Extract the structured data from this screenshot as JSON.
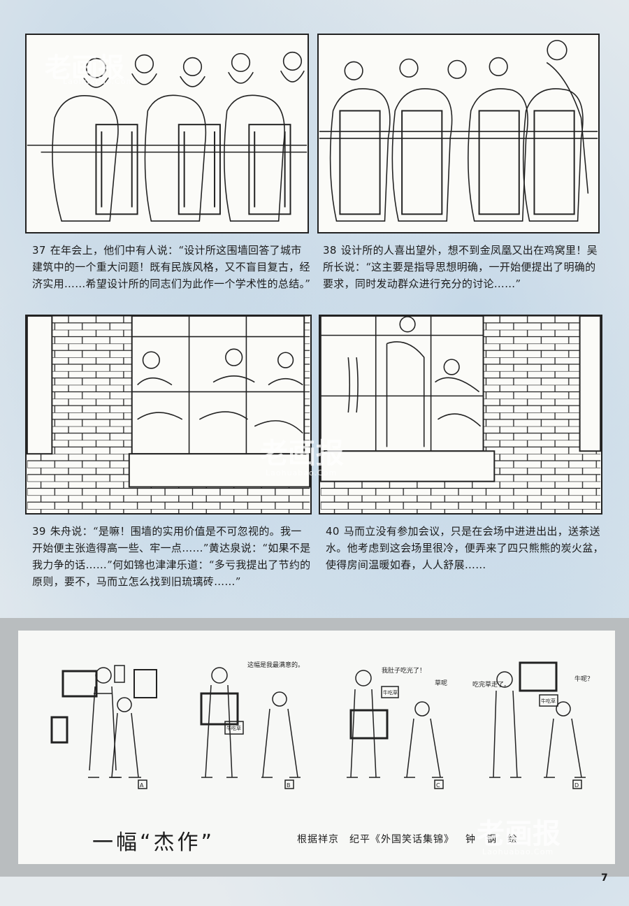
{
  "captions": [
    {
      "num": "37",
      "text": "在年会上，他们中有人说：“设计所这围墙回答了城市建筑中的一个重大问题！既有民族风格，又不盲目复古，经济实用……希望设计所的同志们为此作一个学术性的总结。”"
    },
    {
      "num": "38",
      "text": "设计所的人喜出望外，想不到金凤凰又出在鸡窝里！吴所长说：“这主要是指导思想明确，一开始便提出了明确的要求，同时发动群众进行充分的讨论……”"
    },
    {
      "num": "39",
      "text": "朱舟说：“是嘛！围墙的实用价值是不可忽视的。我一开始便主张造得高一些、牢一点……”黄达泉说：“如果不是我力争的话……”何如锦也津津乐道：“多亏我提出了节约的原则，要不，马而立怎么找到旧琉璃砖……”"
    },
    {
      "num": "40",
      "text": "马而立没有参加会议，只是在会场中进进出出，送茶送水。他考虑到这会场里很冷，便弄来了四只熊熊的炭火盆，使得房间温暖如春，人人舒展……"
    }
  ],
  "strip": {
    "title": "一幅“杰作”",
    "credit_source": "根据祥京　纪平《外国笑话集锦》",
    "credit_artist": "钟　钢　绘",
    "frame_labels": [
      "A",
      "B",
      "C",
      "D"
    ],
    "speech": [
      "这幅是我最满意的。",
      "我肚子吃光了！",
      "草呢",
      "吃完草走了。",
      "牛呢？"
    ],
    "sign_text": "牛吃草"
  },
  "watermark": {
    "main": "老画报",
    "sub": "Laohuabao.Com"
  },
  "page_number": "7"
}
